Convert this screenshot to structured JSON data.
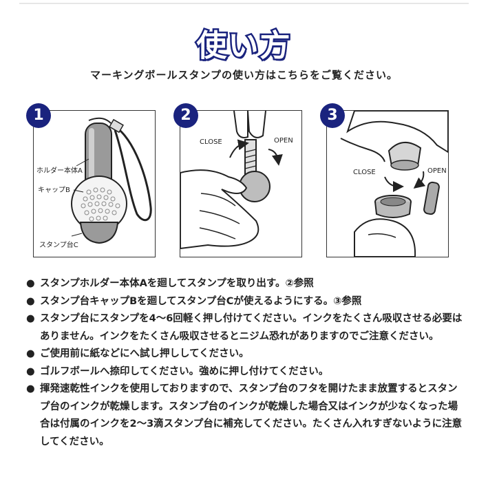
{
  "title": "使い方",
  "subtitle": "マーキングボールスタンプの使い方はこちらをご覧ください。",
  "steps": [
    {
      "number": "1",
      "labels": {
        "holder": "ホルダー本体A",
        "cap": "キャップB",
        "pad": "スタンプ台C"
      }
    },
    {
      "number": "2",
      "labels": {
        "close": "CLOSE",
        "open": "OPEN"
      }
    },
    {
      "number": "3",
      "labels": {
        "close": "CLOSE",
        "open": "OPEN"
      }
    }
  ],
  "bullet": "●",
  "instructions": [
    "スタンプホルダー本体Aを廻してスタンプを取り出す。②参照",
    "スタンプ台キャップBを廻してスタンプ台Cが使えるようにする。③参照",
    "スタンプ台にスタンプを4〜6回軽く押し付けてください。インクをたくさん吸収させる必要はありません。インクをたくさん吸収させるとニジム恐れがありますのでご注意ください。",
    "ご使用前に紙などにへ試し押ししてください。",
    "ゴルフボールへ捺印してください。強めに押し付けてください。",
    "揮発速乾性インクを使用しておりますので、スタンプ台のフタを開けたまま放置するとスタンプ台のインクが乾燥します。スタンプ台のインクが乾燥した場合又はインクが少なくなった場合は付属のインクを2〜3滴スタンプ台に補充してください。たくさん入れすぎないように注意してください。"
  ]
}
